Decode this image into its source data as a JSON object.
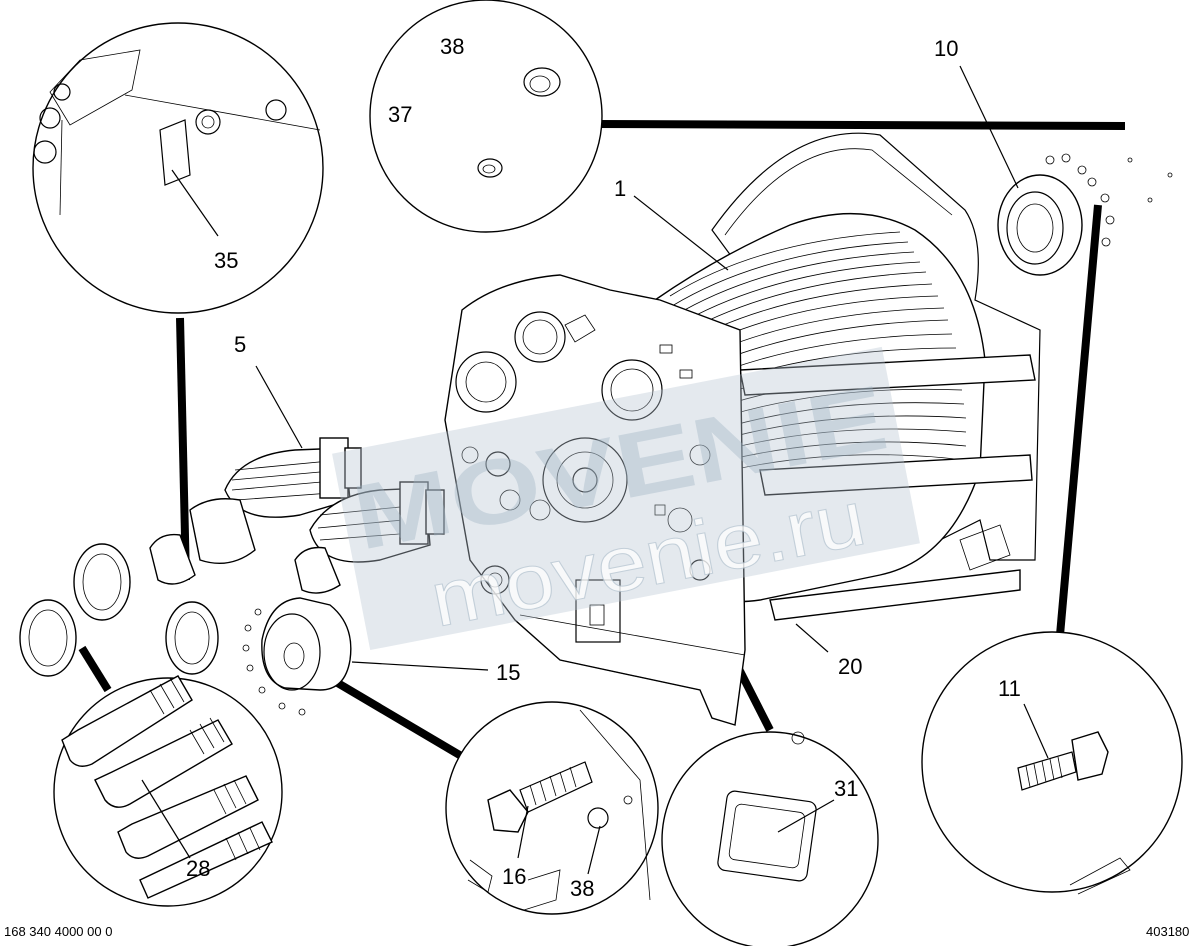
{
  "watermark": {
    "line1": "МОVЕNIЕ",
    "line2": "movenie.ru"
  },
  "callouts": {
    "c1": "1",
    "c5": "5",
    "c10": "10",
    "c11": "11",
    "c15": "15",
    "c16": "16",
    "c20": "20",
    "c28": "28",
    "c31": "31",
    "c35": "35",
    "c37": "37",
    "c38a": "38",
    "c38b": "38"
  },
  "footer": {
    "drawing_number": "168 340 4000 00 0",
    "sheet_code": "403180"
  }
}
